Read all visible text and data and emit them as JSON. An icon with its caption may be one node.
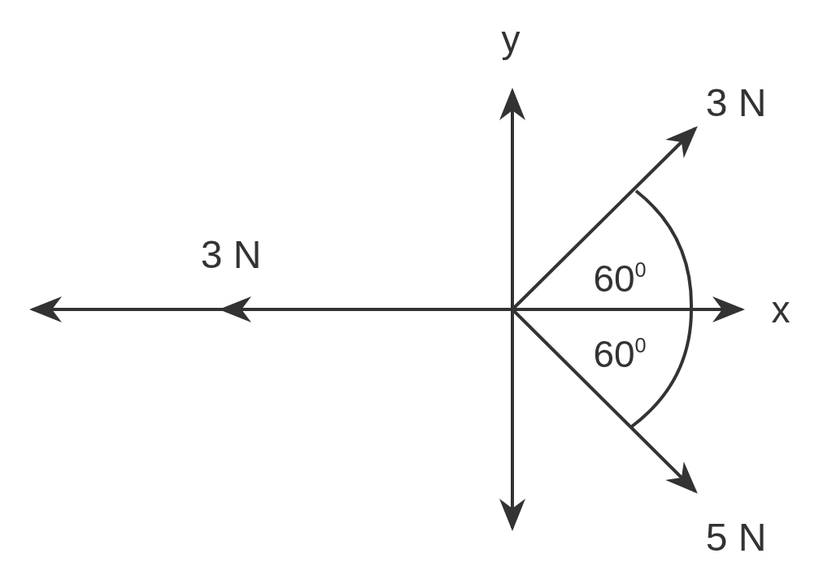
{
  "diagram": {
    "labels": [
      "y",
      "3 N",
      "3 N",
      "60$^{0}$",
      "x",
      "60$^{0}$",
      "5 N"
    ]
  }
}
